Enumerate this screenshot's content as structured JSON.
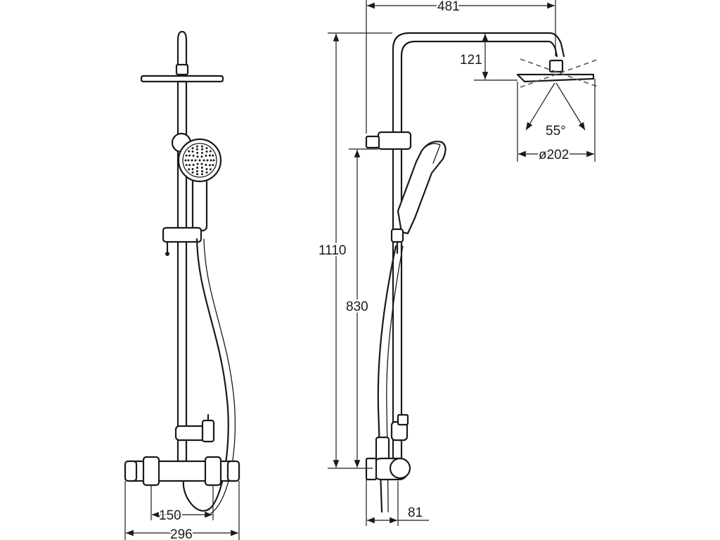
{
  "dimensions": {
    "front_total_width": "296",
    "front_inlet_spacing": "150",
    "side_arm_reach": "481",
    "side_head_drop": "121",
    "side_total_height": "1110",
    "side_hand_height": "830",
    "side_wall_offset": "81",
    "head_diameter": "ø202",
    "spray_angle": "55°"
  }
}
